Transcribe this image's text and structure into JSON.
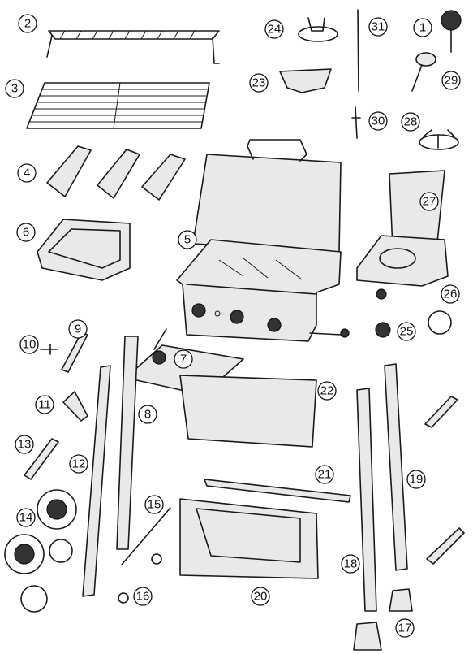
{
  "diagram": {
    "labels": [
      "1",
      "2",
      "3",
      "4",
      "5",
      "6",
      "7",
      "8",
      "9",
      "10",
      "11",
      "12",
      "13",
      "14",
      "15",
      "16",
      "17",
      "18",
      "19",
      "20",
      "21",
      "22",
      "23",
      "24",
      "25",
      "26",
      "27",
      "28",
      "29",
      "30",
      "31"
    ]
  },
  "colors": {
    "stroke": "#1a1a1a",
    "fill": "#e9e9e9",
    "background": "#ffffff"
  }
}
